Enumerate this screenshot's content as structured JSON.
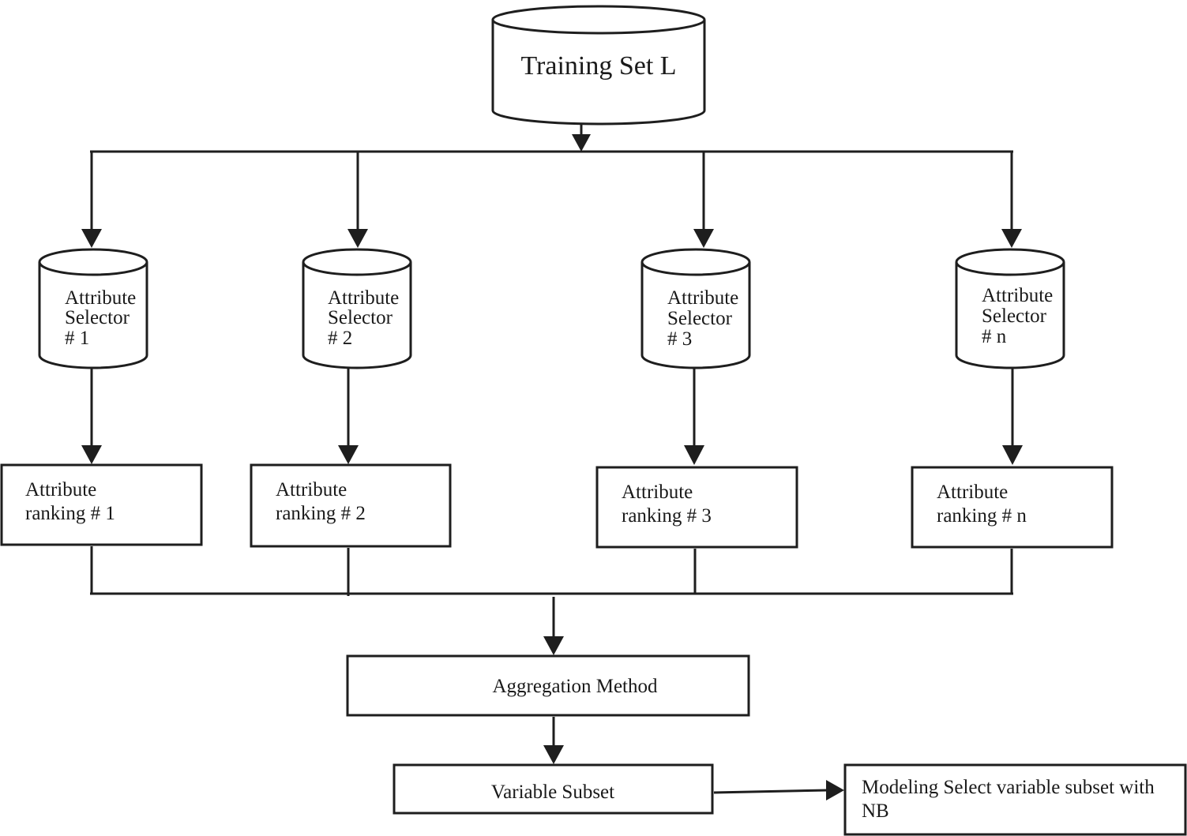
{
  "diagram": {
    "training_set": "Training Set L",
    "selectors": [
      {
        "line1": "Attribute",
        "line2": "Selector",
        "line3": "# 1"
      },
      {
        "line1": "Attribute",
        "line2": "Selector",
        "line3": "# 2"
      },
      {
        "line1": "Attribute",
        "line2": "Selector",
        "line3": "# 3"
      },
      {
        "line1": "Attribute",
        "line2": "Selector",
        "line3": "# n"
      }
    ],
    "rankings": [
      {
        "line1": "Attribute",
        "line2": "ranking # 1"
      },
      {
        "line1": "Attribute",
        "line2": "ranking # 2"
      },
      {
        "line1": "Attribute",
        "line2": "ranking # 3"
      },
      {
        "line1": "Attribute",
        "line2": "ranking # n"
      }
    ],
    "aggregation": "Aggregation Method",
    "variable_subset": "Variable Subset",
    "modeling": {
      "line1": "Modeling Select variable subset with",
      "line2": "NB"
    }
  }
}
